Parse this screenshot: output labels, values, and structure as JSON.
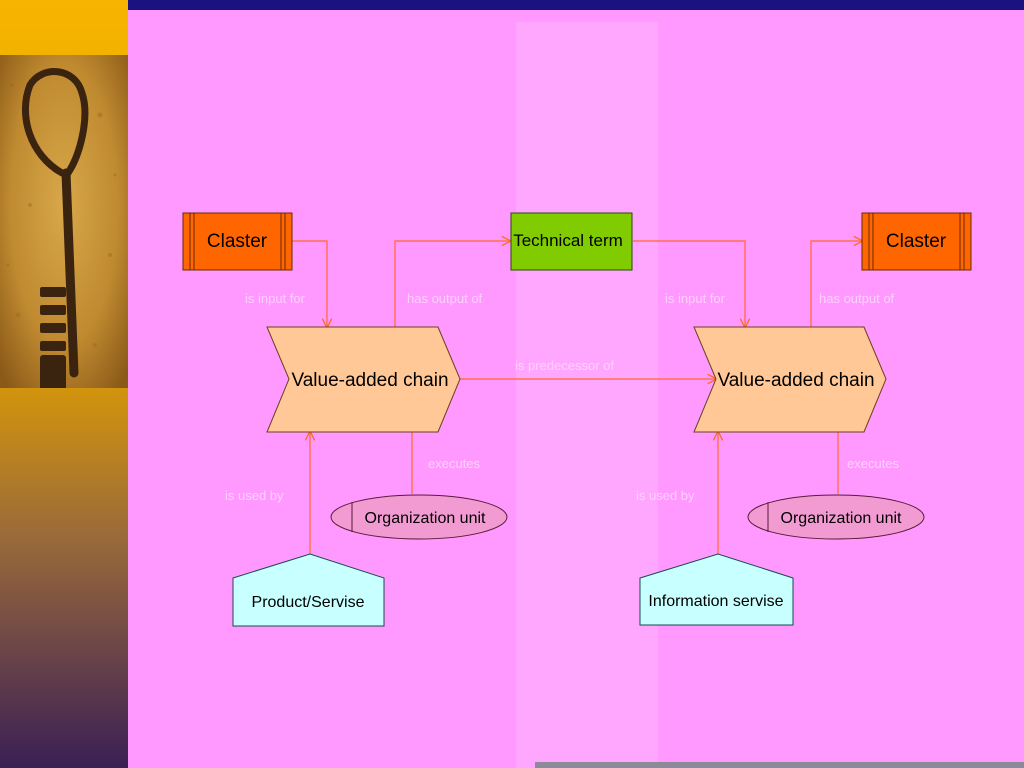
{
  "nodes": {
    "claster_left": "Claster",
    "technical_term": "Technical term",
    "claster_right": "Claster",
    "vac_left": "Value-added chain",
    "vac_right": "Value-added chain",
    "org_unit_left": "Organization unit",
    "org_unit_right": "Organization unit",
    "product": "Product/Servise",
    "information": "Information servise"
  },
  "edges": {
    "is_input_for_left": "is input for",
    "has_output_of_left": "has output of",
    "is_input_for_right": "is input for",
    "has_output_of_right": "has output of",
    "is_predecessor_of": "is predecessor of",
    "executes_left": "executes",
    "executes_right": "executes",
    "is_used_by_left": "is used by",
    "is_used_by_right": "is used by"
  },
  "colors": {
    "slide_background": "#ff99ff",
    "cluster_fill": "#ff6600",
    "technical_term_fill": "#80cc00",
    "value_chain_fill": "#ffc896",
    "org_unit_fill": "#f29bd2",
    "product_fill": "#c8ffff",
    "edge_color": "#ff6a2a",
    "edge_label_color": "#ffd0ff"
  },
  "icons": {
    "sidebar_image": "old-key-icon"
  }
}
